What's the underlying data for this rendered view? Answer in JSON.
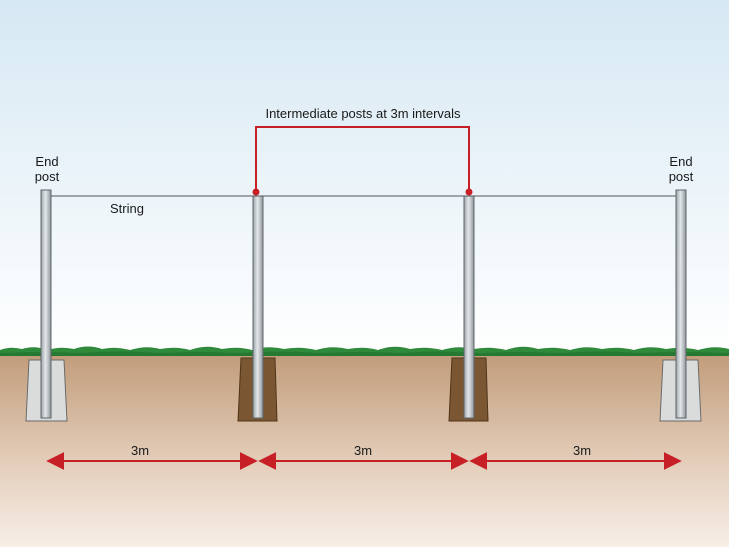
{
  "diagram": {
    "callout_label": "Intermediate posts at 3m intervals",
    "end_post_left": {
      "line1": "End",
      "line2": "post"
    },
    "end_post_right": {
      "line1": "End",
      "line2": "post"
    },
    "string_label": "String",
    "spans": [
      {
        "label": "3m"
      },
      {
        "label": "3m"
      },
      {
        "label": "3m"
      }
    ]
  },
  "colors": {
    "sky_top": "#d6e8f3",
    "sky_bottom": "#ffffff",
    "soil_top": "#c19c7a",
    "soil_bottom": "#f6ece4",
    "grass": "#2d8a3a",
    "post": "#c9cfd1",
    "concrete_footing": "#d9dbda",
    "earth_footing": "#7a5632",
    "accent_red": "#c62026",
    "string": "#555555"
  }
}
